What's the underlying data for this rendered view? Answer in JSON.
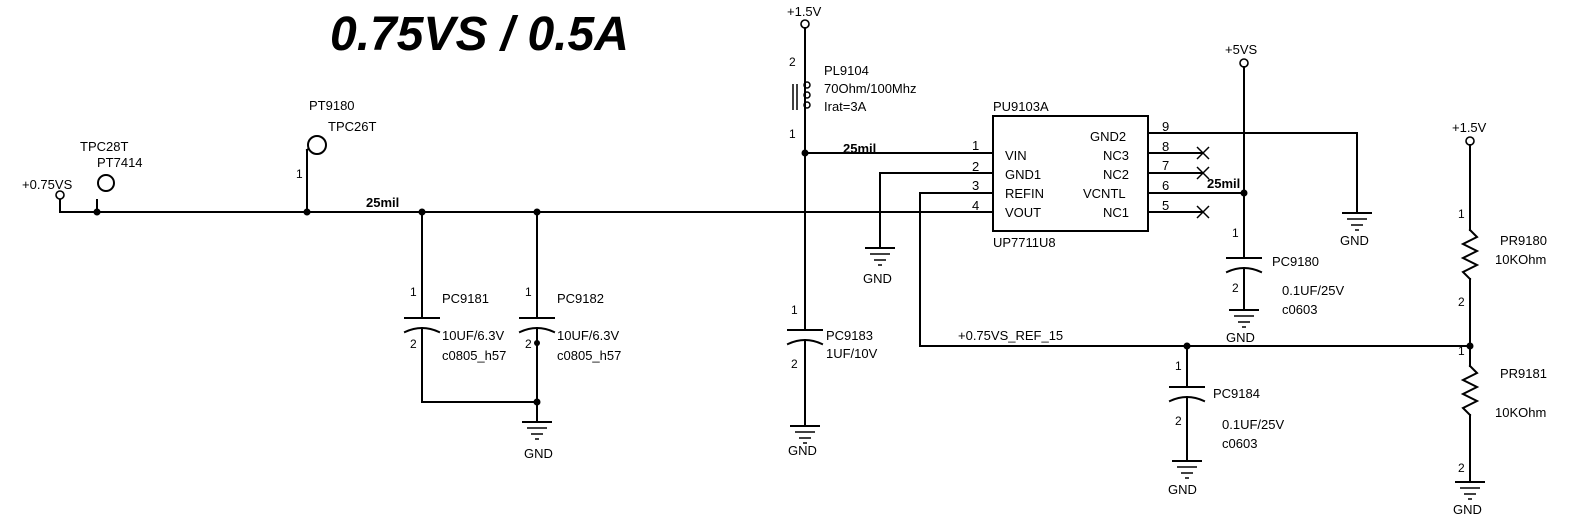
{
  "title": "0.75VS / 0.5A",
  "rails": {
    "v075_in": "+0.75VS",
    "v15_top": "+1.5V",
    "v5": "+5VS",
    "v15_right": "+1.5V",
    "ref_net": "+0.75VS_REF_15"
  },
  "trace_widths": {
    "left": "25mil",
    "vin": "25mil",
    "vcntl": "25mil"
  },
  "testpoints": {
    "tpc28t": "TPC28T",
    "pt7414": "PT7414",
    "pt9180": "PT9180",
    "tpc26t": "TPC26T",
    "pin1": "1"
  },
  "inductor": {
    "ref": "PL9104",
    "value": "70Ohm/100Mhz",
    "rating": "Irat=3A",
    "pin_top": "2",
    "pin_bottom": "1"
  },
  "ic": {
    "ref": "PU9103A",
    "part": "UP7711U8",
    "left_pins": [
      {
        "num": "1",
        "name": "VIN"
      },
      {
        "num": "2",
        "name": "GND1"
      },
      {
        "num": "3",
        "name": "REFIN"
      },
      {
        "num": "4",
        "name": "VOUT"
      }
    ],
    "right_pins": [
      {
        "num": "9",
        "name": "GND2"
      },
      {
        "num": "8",
        "name": "NC3"
      },
      {
        "num": "7",
        "name": "NC2"
      },
      {
        "num": "6",
        "name": "VCNTL"
      },
      {
        "num": "5",
        "name": "NC1"
      }
    ]
  },
  "capacitors": [
    {
      "ref": "PC9181",
      "value": "10UF/6.3V",
      "package": "c0805_h57",
      "p1": "1",
      "p2": "2"
    },
    {
      "ref": "PC9182",
      "value": "10UF/6.3V",
      "package": "c0805_h57",
      "p1": "1",
      "p2": "2"
    },
    {
      "ref": "PC9183",
      "value": "1UF/10V",
      "p1": "1",
      "p2": "2"
    },
    {
      "ref": "PC9180",
      "value": "0.1UF/25V",
      "package": "c0603",
      "p1": "1",
      "p2": "2"
    },
    {
      "ref": "PC9184",
      "value": "0.1UF/25V",
      "package": "c0603",
      "p1": "1",
      "p2": "2"
    }
  ],
  "resistors": [
    {
      "ref": "PR9180",
      "value": "10KOhm",
      "p1": "1",
      "p2": "2"
    },
    {
      "ref": "PR9181",
      "value": "10KOhm",
      "p1": "1",
      "p2": "2"
    }
  ],
  "gnd_label": "GND"
}
